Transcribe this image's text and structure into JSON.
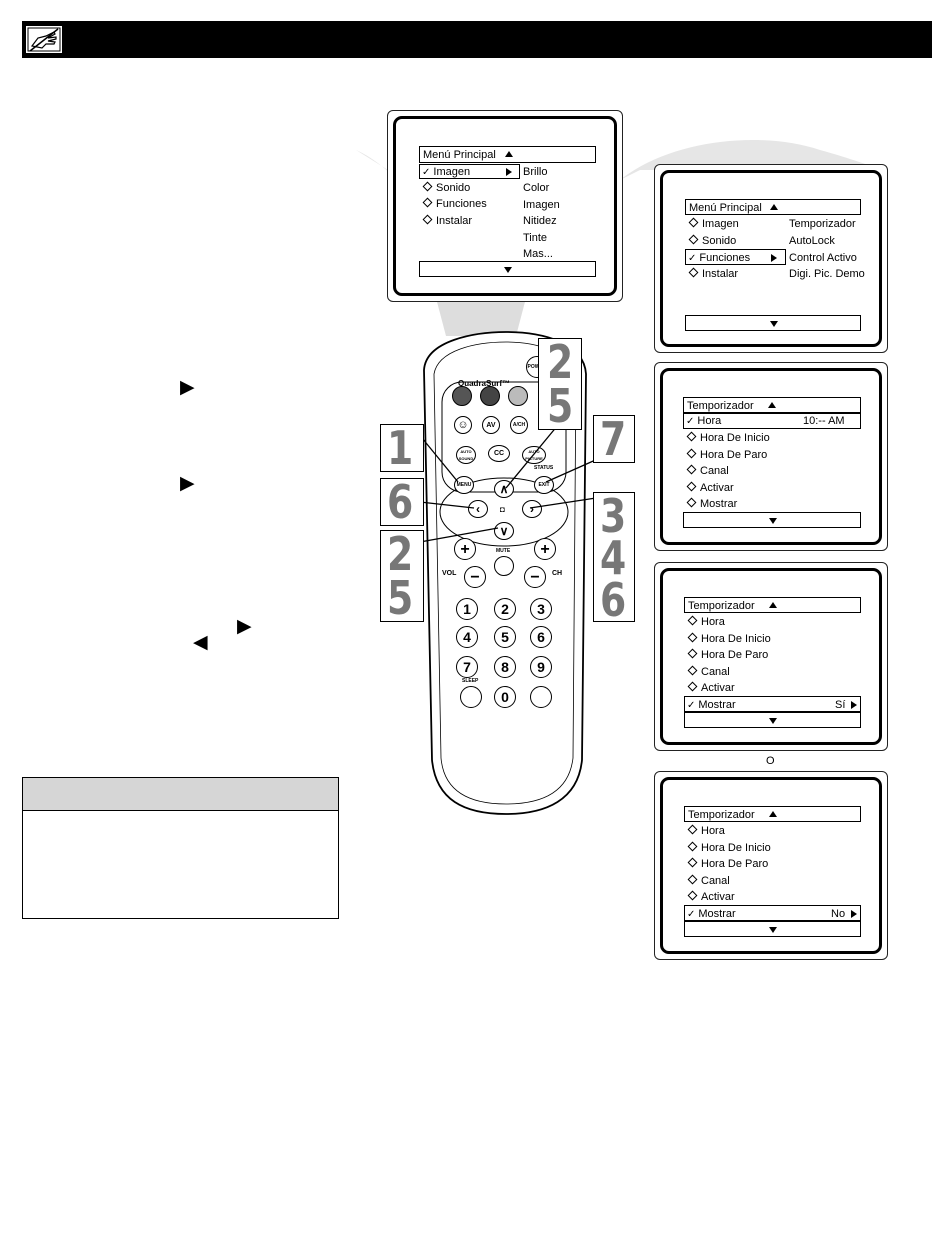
{
  "remote": {
    "brand_label": "QuadraSurf™",
    "power_label": "POWER",
    "av_label": "AV",
    "ach_label": "A/CH",
    "auto_sound_label": "AUTO SOUND",
    "cc_label": "CC",
    "auto_picture_label": "AUTO PICTURE",
    "menu_label": "MENU",
    "status_label": "STATUS",
    "exit_label": "EXIT",
    "mute_label": "MUTE",
    "vol_label": "VOL",
    "ch_label": "CH",
    "sleep_label": "SLEEP",
    "keys": [
      "1",
      "2",
      "3",
      "4",
      "5",
      "6",
      "7",
      "8",
      "9",
      "0"
    ]
  },
  "steps": {
    "menu": "1",
    "up": "2",
    "up_b": "5",
    "exit": "7",
    "left": "6",
    "right": "3",
    "right_b": "4",
    "right_c": "6",
    "down": "2",
    "down_b": "5"
  },
  "screen1": {
    "title": "Menú Principal",
    "items": [
      "Imagen",
      "Sonido",
      "Funciones",
      "Instalar"
    ],
    "sub": [
      "Brillo",
      "Color",
      "Imagen",
      "Nitidez",
      "Tinte",
      "Mas..."
    ]
  },
  "screen2": {
    "title": "Menú Principal",
    "items": [
      "Imagen",
      "Sonido",
      "Funciones",
      "Instalar"
    ],
    "sub": [
      "Temporizador",
      "AutoLock",
      "Control Activo",
      "Digi. Pic. Demo"
    ]
  },
  "screen3": {
    "title": "Temporizador",
    "items": [
      "Hora",
      "Hora De Inicio",
      "Hora De Paro",
      "Canal",
      "Activar",
      "Mostrar"
    ],
    "value": "10:-- AM"
  },
  "screen4": {
    "title": "Temporizador",
    "items": [
      "Hora",
      "Hora De Inicio",
      "Hora De Paro",
      "Canal",
      "Activar",
      "Mostrar"
    ],
    "value": "Sí"
  },
  "or_label": "O",
  "screen5": {
    "title": "Temporizador",
    "items": [
      "Hora",
      "Hora De Inicio",
      "Hora De Paro",
      "Canal",
      "Activar",
      "Mostrar"
    ],
    "value": "No"
  },
  "colors": {
    "header": "#000000",
    "tip_header": "#d6d6d6",
    "step_number": "#777777",
    "beam": "#e3e3e3"
  },
  "icons": [
    "hand-pointer-icon",
    "right-arrow-icon",
    "left-arrow-icon"
  ]
}
